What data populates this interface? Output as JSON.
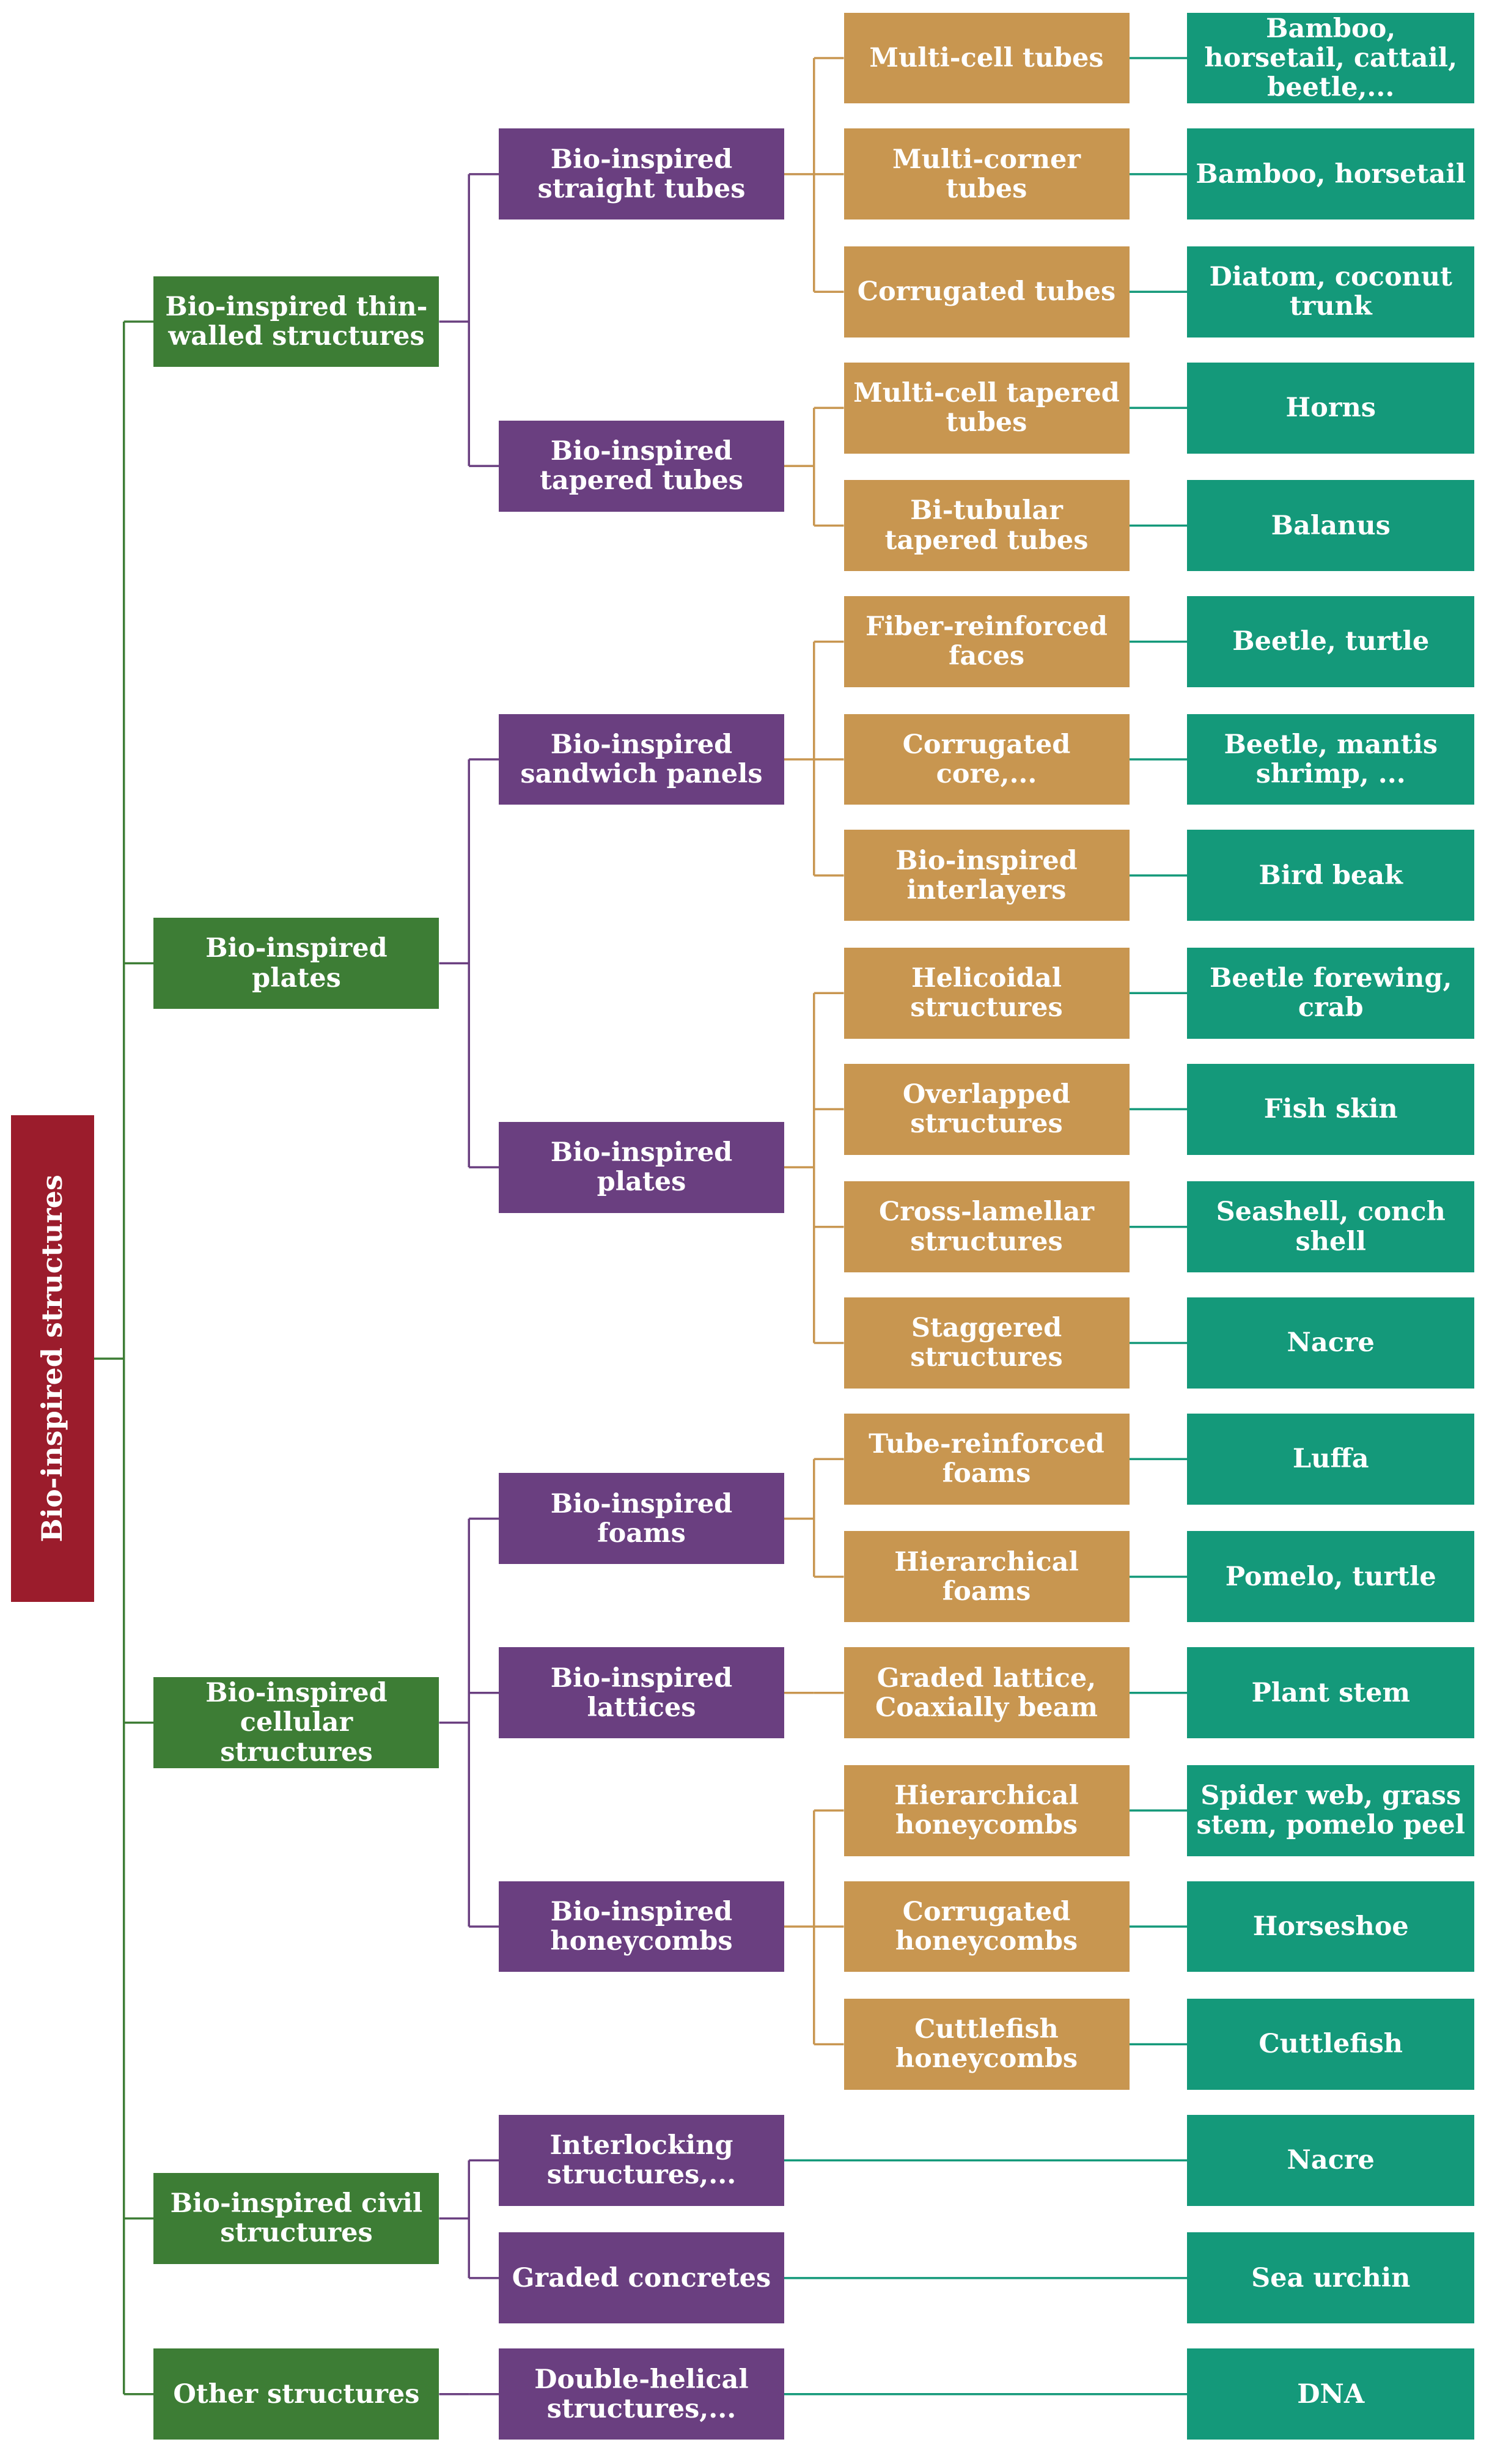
{
  "root": "Bio-inspired structures",
  "categories": [
    {
      "key": "c1",
      "label": "Bio-inspired thin-walled structures"
    },
    {
      "key": "c2",
      "label": "Bio-inspired plates"
    },
    {
      "key": "c3",
      "label": "Bio-inspired cellular structures"
    },
    {
      "key": "c4",
      "label": "Bio-inspired civil structures"
    },
    {
      "key": "c5",
      "label": "Other structures"
    }
  ],
  "subcategories": [
    {
      "key": "s1",
      "label": "Bio-inspired straight tubes",
      "parent": "c1"
    },
    {
      "key": "s2",
      "label": "Bio-inspired tapered tubes",
      "parent": "c1"
    },
    {
      "key": "s3",
      "label": "Bio-inspired sandwich panels",
      "parent": "c2"
    },
    {
      "key": "s4",
      "label": "Bio-inspired plates",
      "parent": "c2"
    },
    {
      "key": "s5",
      "label": "Bio-inspired foams",
      "parent": "c3"
    },
    {
      "key": "s6",
      "label": "Bio-inspired lattices",
      "parent": "c3"
    },
    {
      "key": "s7",
      "label": "Bio-inspired honeycombs",
      "parent": "c3"
    },
    {
      "key": "s8",
      "label": "Interlocking structures,...",
      "parent": "c4"
    },
    {
      "key": "s9",
      "label": "Graded concretes",
      "parent": "c4"
    },
    {
      "key": "s10",
      "label": "Double-helical structures,...",
      "parent": "c5"
    }
  ],
  "types": [
    {
      "key": "t1",
      "label": "Multi-cell tubes",
      "parent": "s1"
    },
    {
      "key": "t2",
      "label": "Multi-corner tubes",
      "parent": "s1"
    },
    {
      "key": "t3",
      "label": "Corrugated tubes",
      "parent": "s1"
    },
    {
      "key": "t4",
      "label": "Multi-cell tapered tubes",
      "parent": "s2"
    },
    {
      "key": "t5",
      "label": "Bi-tubular tapered tubes",
      "parent": "s2"
    },
    {
      "key": "t6",
      "label": "Fiber-reinforced faces",
      "parent": "s3"
    },
    {
      "key": "t7",
      "label": "Corrugated core,...",
      "parent": "s3"
    },
    {
      "key": "t8",
      "label": "Bio-inspired interlayers",
      "parent": "s3"
    },
    {
      "key": "t9",
      "label": "Helicoidal structures",
      "parent": "s4"
    },
    {
      "key": "t10",
      "label": "Overlapped structures",
      "parent": "s4"
    },
    {
      "key": "t11",
      "label": "Cross-lamellar structures",
      "parent": "s4"
    },
    {
      "key": "t12",
      "label": "Staggered structures",
      "parent": "s4"
    },
    {
      "key": "t13",
      "label": "Tube-reinforced foams",
      "parent": "s5"
    },
    {
      "key": "t14",
      "label": "Hierarchical foams",
      "parent": "s5"
    },
    {
      "key": "t15",
      "label": "Graded lattice, Coaxially beam",
      "parent": "s6"
    },
    {
      "key": "t16",
      "label": "Hierarchical honeycombs",
      "parent": "s7"
    },
    {
      "key": "t17",
      "label": "Corrugated honeycombs",
      "parent": "s7"
    },
    {
      "key": "t18",
      "label": "Cuttlefish honeycombs",
      "parent": "s7"
    }
  ],
  "sources": [
    {
      "key": "o1",
      "label": "Bamboo, horsetail, cattail, beetle,...",
      "from": "t1"
    },
    {
      "key": "o2",
      "label": "Bamboo, horsetail",
      "from": "t2"
    },
    {
      "key": "o3",
      "label": "Diatom, coconut trunk",
      "from": "t3"
    },
    {
      "key": "o4",
      "label": "Horns",
      "from": "t4"
    },
    {
      "key": "o5",
      "label": "Balanus",
      "from": "t5"
    },
    {
      "key": "o6",
      "label": "Beetle, turtle",
      "from": "t6"
    },
    {
      "key": "o7",
      "label": "Beetle, mantis shrimp, ...",
      "from": "t7"
    },
    {
      "key": "o8",
      "label": "Bird beak",
      "from": "t8"
    },
    {
      "key": "o9",
      "label": "Beetle forewing, crab",
      "from": "t9"
    },
    {
      "key": "o10",
      "label": "Fish skin",
      "from": "t10"
    },
    {
      "key": "o11",
      "label": "Seashell, conch shell",
      "from": "t11"
    },
    {
      "key": "o12",
      "label": "Nacre",
      "from": "t12"
    },
    {
      "key": "o13",
      "label": "Luffa",
      "from": "t13"
    },
    {
      "key": "o14",
      "label": "Pomelo, turtle",
      "from": "t14"
    },
    {
      "key": "o15",
      "label": "Plant stem",
      "from": "t15"
    },
    {
      "key": "o16",
      "label": "Spider web, grass stem, pomelo peel",
      "from": "t16"
    },
    {
      "key": "o17",
      "label": "Horseshoe",
      "from": "t17"
    },
    {
      "key": "o18",
      "label": "Cuttlefish",
      "from": "t18"
    },
    {
      "key": "o19",
      "label": "Nacre",
      "from": "s8"
    },
    {
      "key": "o20",
      "label": "Sea urchin",
      "from": "s9"
    },
    {
      "key": "o21",
      "label": "DNA",
      "from": "s10"
    }
  ],
  "colors": {
    "root": "#9b1c2c",
    "category": "#3d7d35",
    "subcategory": "#6a3f80",
    "type": "#c89650",
    "source": "#14997a",
    "category_lines": "#3d7d35",
    "subcategory_lines": "#6a3f80",
    "type_lines": "#c89650",
    "source_lines": "#14997a"
  }
}
